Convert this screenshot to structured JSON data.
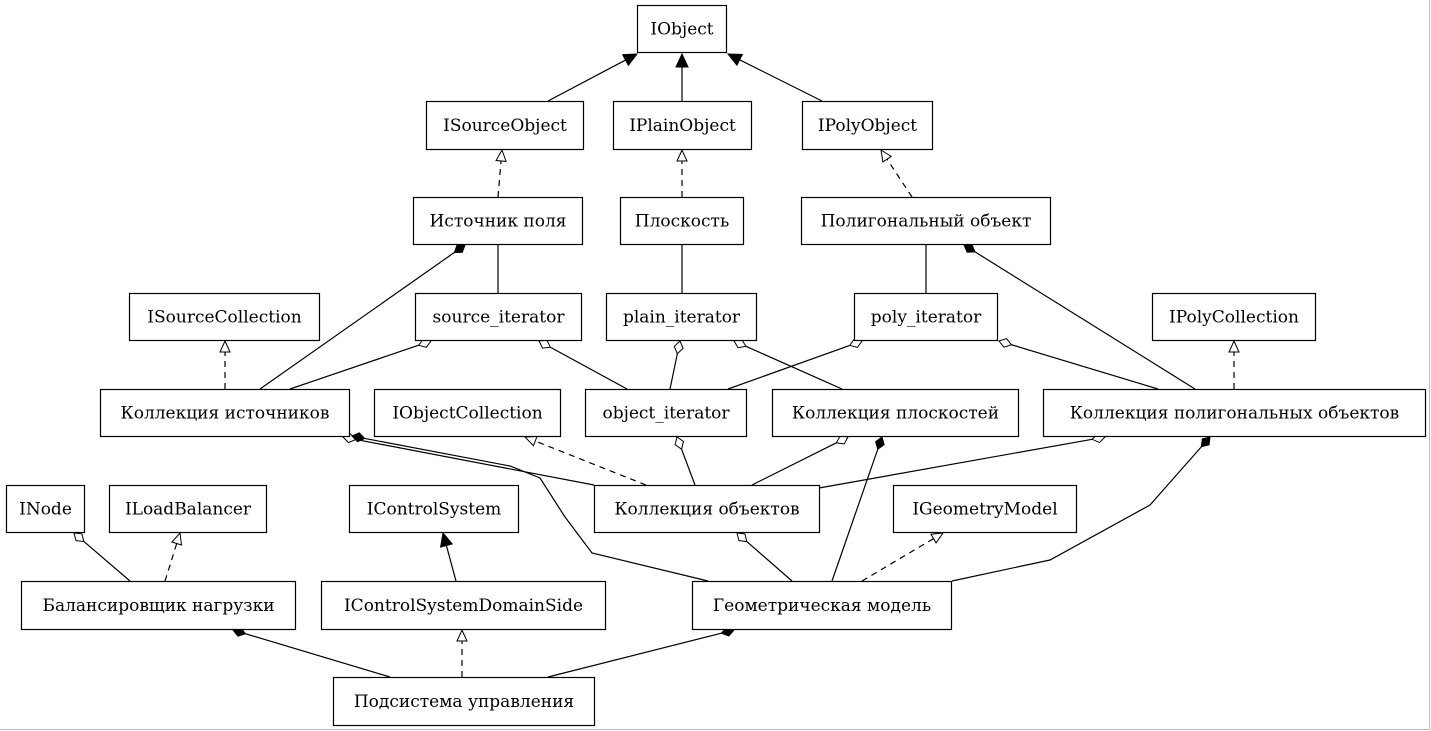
{
  "diagram": {
    "nodes": [
      {
        "id": "iobject",
        "label": "IObject"
      },
      {
        "id": "isourceobject",
        "label": "ISourceObject"
      },
      {
        "id": "iplainobject",
        "label": "IPlainObject"
      },
      {
        "id": "ipolyobject",
        "label": "IPolyObject"
      },
      {
        "id": "source",
        "label": "Источник поля"
      },
      {
        "id": "plane",
        "label": "Плоскость"
      },
      {
        "id": "poly",
        "label": "Полигональный объект"
      },
      {
        "id": "isourcecollection",
        "label": "ISourceCollection"
      },
      {
        "id": "source_iterator",
        "label": "source_iterator"
      },
      {
        "id": "plain_iterator",
        "label": "plain_iterator"
      },
      {
        "id": "poly_iterator",
        "label": "poly_iterator"
      },
      {
        "id": "ipolycollection",
        "label": "IPolyCollection"
      },
      {
        "id": "source_coll",
        "label": "Коллекция источников"
      },
      {
        "id": "iobjectcollection",
        "label": "IObjectCollection"
      },
      {
        "id": "object_iterator",
        "label": "object_iterator"
      },
      {
        "id": "plane_coll",
        "label": "Коллекция плоскостей"
      },
      {
        "id": "poly_coll",
        "label": "Коллекция полигональных объектов"
      },
      {
        "id": "inode",
        "label": "INode"
      },
      {
        "id": "iloadbalancer",
        "label": "ILoadBalancer"
      },
      {
        "id": "icontrolsystem",
        "label": "IControlSystem"
      },
      {
        "id": "object_coll",
        "label": "Коллекция объектов"
      },
      {
        "id": "igeometrymodel",
        "label": "IGeometryModel"
      },
      {
        "id": "balancer",
        "label": "Балансировщик нагрузки"
      },
      {
        "id": "icsds",
        "label": "IControlSystemDomainSide"
      },
      {
        "id": "geom_model",
        "label": "Геометрическая модель"
      },
      {
        "id": "control_subsystem",
        "label": "Подсистема управления"
      }
    ],
    "edges": [
      {
        "from": "isourceobject",
        "to": "iobject",
        "kind": "inheritance"
      },
      {
        "from": "iplainobject",
        "to": "iobject",
        "kind": "inheritance"
      },
      {
        "from": "ipolyobject",
        "to": "iobject",
        "kind": "inheritance"
      },
      {
        "from": "source",
        "to": "isourceobject",
        "kind": "realization"
      },
      {
        "from": "plane",
        "to": "iplainobject",
        "kind": "realization"
      },
      {
        "from": "poly",
        "to": "ipolyobject",
        "kind": "realization"
      },
      {
        "from": "source_iterator",
        "to": "source",
        "kind": "association"
      },
      {
        "from": "plain_iterator",
        "to": "plane",
        "kind": "association"
      },
      {
        "from": "poly_iterator",
        "to": "poly",
        "kind": "association"
      },
      {
        "from": "source_coll",
        "to": "source",
        "kind": "composition"
      },
      {
        "from": "poly_coll",
        "to": "poly",
        "kind": "composition"
      },
      {
        "from": "source_coll",
        "to": "isourcecollection",
        "kind": "realization"
      },
      {
        "from": "poly_coll",
        "to": "ipolycollection",
        "kind": "realization"
      },
      {
        "from": "source_coll",
        "to": "source_iterator",
        "kind": "aggregation"
      },
      {
        "from": "object_iterator",
        "to": "source_iterator",
        "kind": "aggregation"
      },
      {
        "from": "object_iterator",
        "to": "plain_iterator",
        "kind": "aggregation"
      },
      {
        "from": "plane_coll",
        "to": "plain_iterator",
        "kind": "aggregation"
      },
      {
        "from": "object_iterator",
        "to": "poly_iterator",
        "kind": "aggregation"
      },
      {
        "from": "poly_coll",
        "to": "poly_iterator",
        "kind": "aggregation"
      },
      {
        "from": "object_coll",
        "to": "source_coll",
        "kind": "aggregation"
      },
      {
        "from": "object_coll",
        "to": "iobjectcollection",
        "kind": "realization"
      },
      {
        "from": "object_coll",
        "to": "object_iterator",
        "kind": "aggregation"
      },
      {
        "from": "object_coll",
        "to": "plane_coll",
        "kind": "aggregation"
      },
      {
        "from": "object_coll",
        "to": "poly_coll",
        "kind": "aggregation"
      },
      {
        "from": "geom_model",
        "to": "source_coll",
        "kind": "composition"
      },
      {
        "from": "geom_model",
        "to": "object_coll",
        "kind": "aggregation"
      },
      {
        "from": "geom_model",
        "to": "plane_coll",
        "kind": "composition"
      },
      {
        "from": "geom_model",
        "to": "poly_coll",
        "kind": "composition"
      },
      {
        "from": "geom_model",
        "to": "igeometrymodel",
        "kind": "realization"
      },
      {
        "from": "balancer",
        "to": "inode",
        "kind": "aggregation"
      },
      {
        "from": "balancer",
        "to": "iloadbalancer",
        "kind": "realization"
      },
      {
        "from": "icsds",
        "to": "icontrolsystem",
        "kind": "inheritance"
      },
      {
        "from": "control_subsystem",
        "to": "balancer",
        "kind": "composition"
      },
      {
        "from": "control_subsystem",
        "to": "icsds",
        "kind": "realization"
      },
      {
        "from": "control_subsystem",
        "to": "geom_model",
        "kind": "composition"
      }
    ]
  }
}
